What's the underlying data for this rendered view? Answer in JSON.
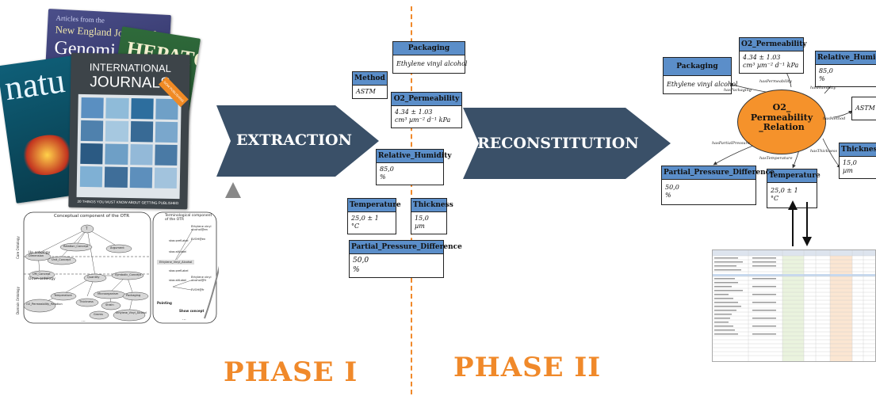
{
  "journals": {
    "nejm_title": "New England Journal of",
    "nejm_sub": "Articles from the",
    "nejm_big": "Genomi",
    "nature": "natu",
    "hepatology": "HEPATOLOGY",
    "intl_line1": "INTERNATIONAL",
    "intl_line2": "JOURNALS",
    "intl_footer": "20 THINGS YOU MUST KNOW ABOUT GETTING PUBLISHED",
    "badge": "NOW PUBLISHING"
  },
  "ontology": {
    "conceptual_title": "Conceptual component of the OTR",
    "terminological_title": "Terminological component of the OTR",
    "up_ontology": "Up ontology",
    "core_ontology": "Core Ontology",
    "down_ontology": "Down ontology",
    "domain_ontology": "Domain Ontology",
    "nodes": [
      "T",
      "Relation_Concept",
      "Argument",
      "Dimension",
      "Unit_Concept",
      "UM_Concept",
      "Quantity",
      "Symbolic_Concept",
      "Temperature",
      "Microorganism",
      "Packaging",
      "O2_Permeability_Relation",
      "Thickness",
      "Strain",
      "Grams",
      "Ethylene_Vinyl_Alcohol"
    ],
    "term_nodes": [
      "Ethylene vinyl alcohol@en",
      "EVOH@en",
      "Ethylene vinyl alcohol@fr",
      "EVOH@fr"
    ],
    "term_labels": [
      "skos:prefLabel",
      "skos:altLabel",
      "skos:prefLabel",
      "skos:altLabel"
    ],
    "pointing": "Pointing",
    "show_concept": "Show concept",
    "ellipsis": "..."
  },
  "extraction_arrow": "EXTRACTION",
  "reconstitution_arrow": "RECONSTITUTION",
  "phase1": "PHASE I",
  "phase2": "PHASE II",
  "extracted": {
    "method": {
      "title": "Method",
      "value": "ASTM"
    },
    "packaging": {
      "title": "Packaging",
      "value": "Ethylene vinyl alcohol"
    },
    "o2": {
      "title": "O2_Permeability",
      "line1": "4.34 ± 1.03",
      "line2": "cm³ µm⁻² d⁻¹ kPa"
    },
    "rh": {
      "title": "Relative_Humidity",
      "line1": "85,0",
      "line2": "%"
    },
    "temperature": {
      "title": "Temperature",
      "line1": "25,0 ± 1",
      "line2": "°C"
    },
    "thickness": {
      "title": "Thickness",
      "line1": "15,0",
      "line2": "µm"
    },
    "ppd": {
      "title": "Partial_Pressure_Difference",
      "line1": "50,0",
      "line2": "%"
    }
  },
  "reconstituted": {
    "center_line1": "O2_",
    "center_line2": "Permeability",
    "center_line3": "_Relation",
    "packaging": {
      "title": "Packaging",
      "value": "Ethylene vinyl alcohol"
    },
    "o2": {
      "title": "O2_Permeability",
      "line1": "4.34 ± 1.03",
      "line2": "cm³ µm⁻² d⁻¹ kPa"
    },
    "rh": {
      "title": "Relative_Humidity",
      "line1": "85,0",
      "line2": "%"
    },
    "method": {
      "title": "",
      "value": "ASTM"
    },
    "thickness": {
      "title": "Thickness",
      "line1": "15,0",
      "line2": "µm"
    },
    "temperature": {
      "title": "Temperature",
      "line1": "25,0 ± 1",
      "line2": "°C"
    },
    "ppd": {
      "title": "Partial_Pressure_Difference",
      "line1": "50,0",
      "line2": "%"
    },
    "edges": {
      "hasPackaging": "hasPackaging",
      "hasPermeability": "hasPermeability",
      "hasHumidity": "hasHumidity",
      "hasMethod": "hasMethod",
      "hasThickness": "hasThickness",
      "hasTemperature": "hasTemperature",
      "hasPartialPressure": "hasPartialPressure"
    }
  },
  "colors": {
    "arrow": "#3a5068",
    "box_header": "#5b8ec9",
    "center_node": "#f5922b",
    "phase": "#f0892a",
    "divider": "#f0892a"
  }
}
